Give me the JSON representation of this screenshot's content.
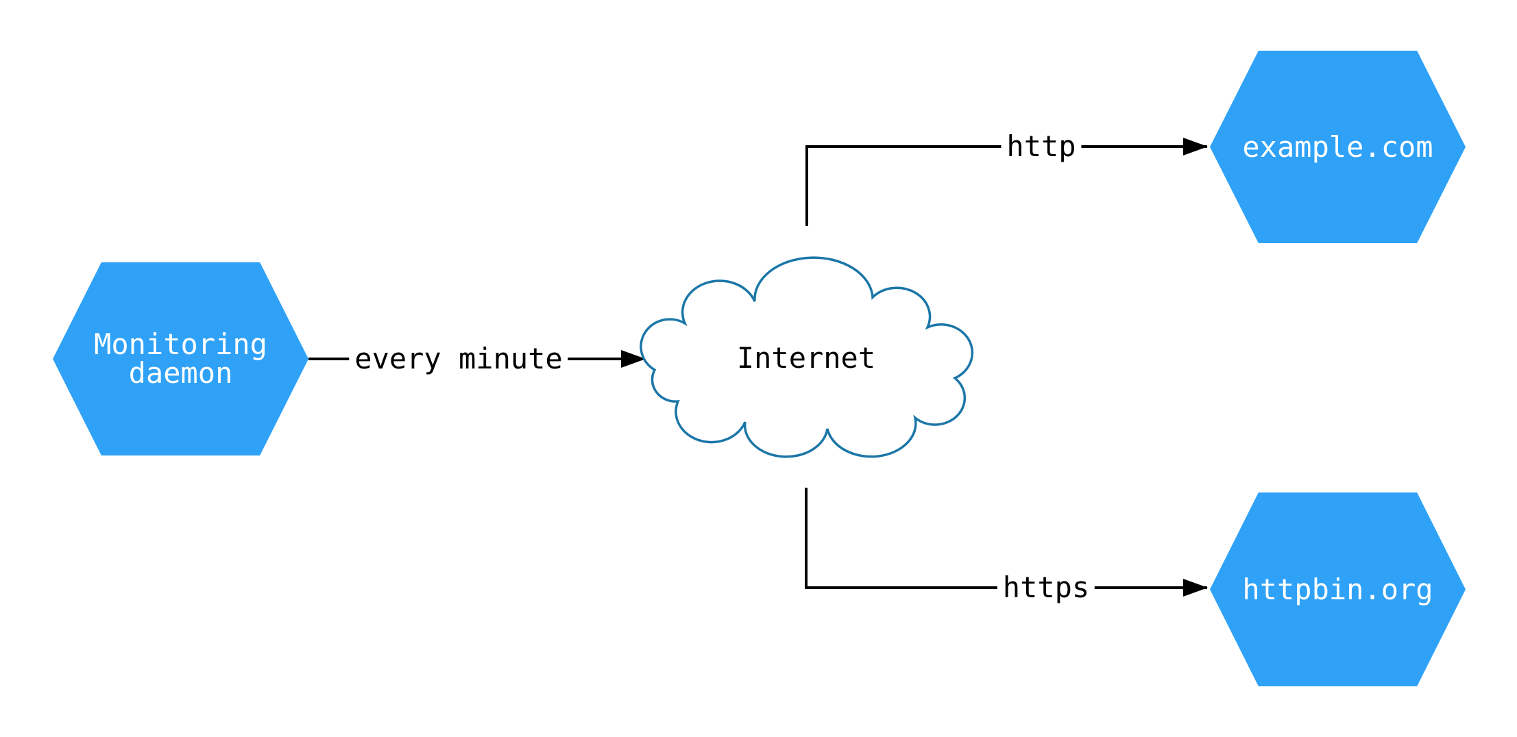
{
  "nodes": {
    "monitoring_daemon": {
      "label": "Monitoring\ndaemon",
      "shape": "hexagon"
    },
    "internet": {
      "label": "Internet",
      "shape": "cloud"
    },
    "example_com": {
      "label": "example.com",
      "shape": "hexagon"
    },
    "httpbin_org": {
      "label": "httpbin.org",
      "shape": "hexagon"
    }
  },
  "edges": {
    "monitoring_to_internet": {
      "from": "Monitoring daemon",
      "to": "Internet",
      "label": "every minute"
    },
    "internet_to_example": {
      "from": "Internet",
      "to": "example.com",
      "label": "http"
    },
    "internet_to_httpbin": {
      "from": "Internet",
      "to": "httpbin.org",
      "label": "https"
    }
  },
  "colors": {
    "background": "#ffffff",
    "hexagon_fill": "#2fa2f8",
    "hexagon_text": "#ffffff",
    "cloud_stroke": "#1b76a8",
    "edge_stroke": "#000000",
    "label_text": "#000000"
  }
}
